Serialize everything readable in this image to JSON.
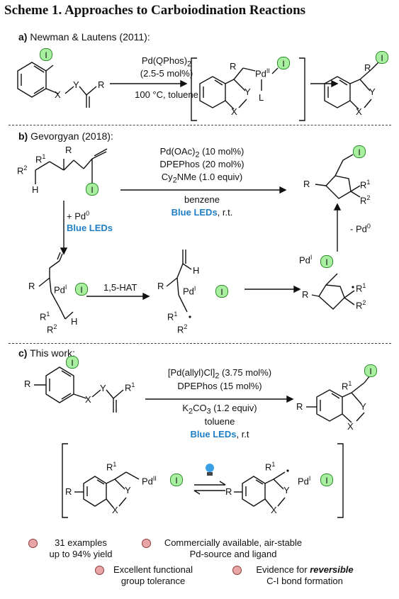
{
  "title": "Scheme 1. Approaches to Carboiodination Reactions",
  "section_a": {
    "letter": "a)",
    "label": "Newman & Lautens (2011):",
    "cond1": "Pd(QPhos)",
    "cond1_sub": "2",
    "cond2": "(2.5-5 mol%)",
    "cond3": "100 °C, toluene",
    "pd": "Pd",
    "pd_sup": "II",
    "L": "L"
  },
  "section_b": {
    "letter": "b)",
    "label": "Gevorgyan (2018):",
    "cond1": "Pd(OAc)",
    "cond1_sub": "2",
    "cond1_rest": " (10 mol%)",
    "cond2": "DPEPhos (20 mol%)",
    "cond3a": "Cy",
    "cond3_sub": "2",
    "cond3b": "NMe (1.0 equiv)",
    "cond4": "benzene",
    "cond5_blue": "Blue LEDs",
    "cond5_rest": ", r.t.",
    "down_line1": "+ Pd",
    "down_sup": "0",
    "down_blue": "Blue LEDs",
    "hat": "1,5-HAT",
    "up_label": "- Pd",
    "up_sup": "0",
    "pd": "Pd",
    "pd_sup": "I"
  },
  "section_c": {
    "letter": "c)",
    "label": "This work:",
    "cond1": "[Pd(allyl)Cl]",
    "cond1_sub": "2",
    "cond1_rest": " (3.75 mol%)",
    "cond2": "DPEPhos (15 mol%)",
    "cond3a": "K",
    "cond3_sub1": "2",
    "cond3b": "CO",
    "cond3_sub2": "3",
    "cond3c": " (1.2 equiv)",
    "cond4": "toluene",
    "cond5_blue": "Blue LEDs",
    "cond5_rest": ", r.t",
    "pd2": "Pd",
    "pd2_sup": "II",
    "pd1": "Pd",
    "pd1_sup": "I"
  },
  "atoms": {
    "I": "I",
    "X": "X",
    "Y": "Y",
    "R": "R",
    "R1": "R",
    "sup1": "1",
    "R2": "R",
    "sup2": "2",
    "H": "H"
  },
  "bullets": [
    {
      "line1": "31 examples",
      "line2": "up to 94% yield"
    },
    {
      "line1": "Commercially available, air-stable",
      "line2": "Pd-source and ligand"
    },
    {
      "line1": "Excellent functional",
      "line2": "group tolerance"
    },
    {
      "line1": "Evidence for ",
      "line1_em": "reversible",
      "line2": "C-I bond formation"
    }
  ],
  "colors": {
    "blue_led": "#1f7fc4",
    "iodine_fill": "#a8f0a0",
    "iodine_border": "#2a8a2a",
    "bullet_fill": "#e9a6a6",
    "bulb": "#3aa0e6"
  }
}
